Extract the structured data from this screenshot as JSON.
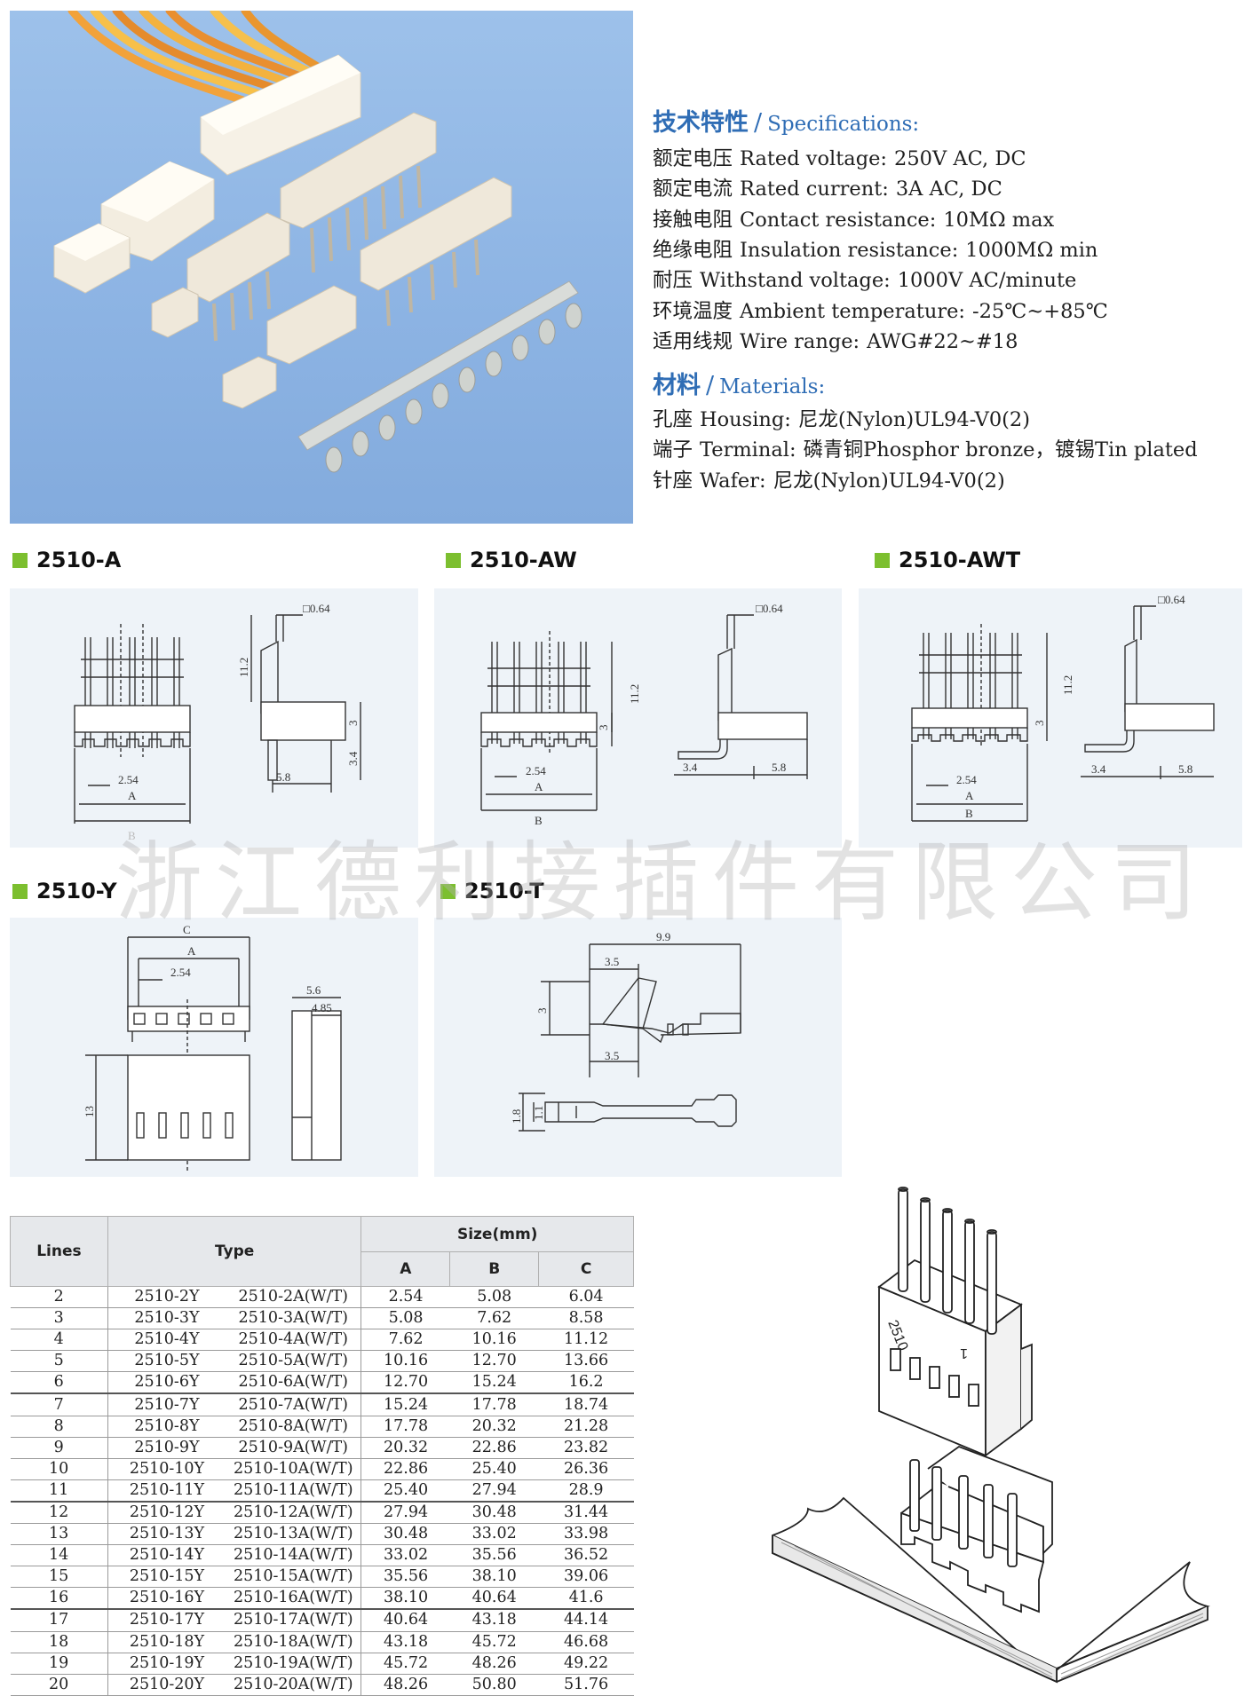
{
  "specs": {
    "heading_cn": "技术特性",
    "heading_en": "Specifications:",
    "items": [
      {
        "cn": "额定电压",
        "en": "Rated voltage:",
        "value": "250V AC, DC"
      },
      {
        "cn": "额定电流",
        "en": "Rated current:",
        "value": "3A AC, DC"
      },
      {
        "cn": "接触电阻",
        "en": "Contact resistance:",
        "value": "10MΩ max"
      },
      {
        "cn": "绝缘电阻",
        "en": "Insulation resistance:",
        "value": "1000MΩ min"
      },
      {
        "cn": "耐压",
        "en": "Withstand voltage:",
        "value": "1000V AC/minute"
      },
      {
        "cn": "环境温度",
        "en": "Ambient temperature:",
        "value": "-25℃~+85℃"
      },
      {
        "cn": "适用线规",
        "en": "Wire range:",
        "value": "AWG#22~#18"
      }
    ]
  },
  "materials": {
    "heading_cn": "材料",
    "heading_en": "Materials:",
    "items": [
      {
        "cn": "孔座",
        "en": "Housing:",
        "value": "尼龙(Nylon)UL94-V0(2)"
      },
      {
        "cn": "端子",
        "en": "Terminal:",
        "value": "磷青铜Phosphor bronze，镀锡Tin plated"
      },
      {
        "cn": "针座",
        "en": "Wafer:",
        "value": "尼龙(Nylon)UL94-V0(2)"
      }
    ]
  },
  "panels": {
    "a": {
      "title": "2510-A",
      "dims": {
        "pin": "□0.64",
        "h1": "11.2",
        "h2": "3",
        "h3": "3.4",
        "w1": "5.8",
        "pitch": "2.54",
        "a": "A",
        "b": "B"
      }
    },
    "aw": {
      "title": "2510-AW",
      "dims": {
        "pin": "□0.64",
        "h1": "11.2",
        "h2": "3",
        "w1": "3.4",
        "w2": "5.8",
        "pitch": "2.54",
        "a": "A",
        "b": "B"
      }
    },
    "awt": {
      "title": "2510-AWT",
      "dims": {
        "pin": "□0.64",
        "h1": "11.2",
        "h2": "3",
        "w1": "3.4",
        "w2": "5.8",
        "pitch": "2.54",
        "a": "A",
        "b": "B"
      }
    },
    "y": {
      "title": "2510-Y",
      "dims": {
        "c": "C",
        "a": "A",
        "pitch": "2.54",
        "w1": "5.6",
        "w2": "4.85",
        "h": "13"
      }
    },
    "t": {
      "title": "2510-T",
      "dims": {
        "len": "9.9",
        "w1": "3.5",
        "w2": "3.5",
        "h": "3",
        "d1": "1.8",
        "d2": "1.1"
      }
    }
  },
  "watermark": "浙江德利接插件有限公司",
  "table": {
    "headers": {
      "lines": "Lines",
      "type": "Type",
      "size": "Size(mm)",
      "a": "A",
      "b": "B",
      "c": "C"
    },
    "rows": [
      {
        "lines": "2",
        "y": "2510-2Y",
        "a_type": "2510-2A(W/T)",
        "a": "2.54",
        "b": "5.08",
        "c": "6.04"
      },
      {
        "lines": "3",
        "y": "2510-3Y",
        "a_type": "2510-3A(W/T)",
        "a": "5.08",
        "b": "7.62",
        "c": "8.58"
      },
      {
        "lines": "4",
        "y": "2510-4Y",
        "a_type": "2510-4A(W/T)",
        "a": "7.62",
        "b": "10.16",
        "c": "11.12"
      },
      {
        "lines": "5",
        "y": "2510-5Y",
        "a_type": "2510-5A(W/T)",
        "a": "10.16",
        "b": "12.70",
        "c": "13.66"
      },
      {
        "lines": "6",
        "y": "2510-6Y",
        "a_type": "2510-6A(W/T)",
        "a": "12.70",
        "b": "15.24",
        "c": "16.2"
      },
      {
        "lines": "7",
        "y": "2510-7Y",
        "a_type": "2510-7A(W/T)",
        "a": "15.24",
        "b": "17.78",
        "c": "18.74"
      },
      {
        "lines": "8",
        "y": "2510-8Y",
        "a_type": "2510-8A(W/T)",
        "a": "17.78",
        "b": "20.32",
        "c": "21.28"
      },
      {
        "lines": "9",
        "y": "2510-9Y",
        "a_type": "2510-9A(W/T)",
        "a": "20.32",
        "b": "22.86",
        "c": "23.82"
      },
      {
        "lines": "10",
        "y": "2510-10Y",
        "a_type": "2510-10A(W/T)",
        "a": "22.86",
        "b": "25.40",
        "c": "26.36"
      },
      {
        "lines": "11",
        "y": "2510-11Y",
        "a_type": "2510-11A(W/T)",
        "a": "25.40",
        "b": "27.94",
        "c": "28.9"
      },
      {
        "lines": "12",
        "y": "2510-12Y",
        "a_type": "2510-12A(W/T)",
        "a": "27.94",
        "b": "30.48",
        "c": "31.44"
      },
      {
        "lines": "13",
        "y": "2510-13Y",
        "a_type": "2510-13A(W/T)",
        "a": "30.48",
        "b": "33.02",
        "c": "33.98"
      },
      {
        "lines": "14",
        "y": "2510-14Y",
        "a_type": "2510-14A(W/T)",
        "a": "33.02",
        "b": "35.56",
        "c": "36.52"
      },
      {
        "lines": "15",
        "y": "2510-15Y",
        "a_type": "2510-15A(W/T)",
        "a": "35.56",
        "b": "38.10",
        "c": "39.06"
      },
      {
        "lines": "16",
        "y": "2510-16Y",
        "a_type": "2510-16A(W/T)",
        "a": "38.10",
        "b": "40.64",
        "c": "41.6"
      },
      {
        "lines": "17",
        "y": "2510-17Y",
        "a_type": "2510-17A(W/T)",
        "a": "40.64",
        "b": "43.18",
        "c": "44.14"
      },
      {
        "lines": "18",
        "y": "2510-18Y",
        "a_type": "2510-18A(W/T)",
        "a": "43.18",
        "b": "45.72",
        "c": "46.68"
      },
      {
        "lines": "19",
        "y": "2510-19Y",
        "a_type": "2510-19A(W/T)",
        "a": "45.72",
        "b": "48.26",
        "c": "49.22"
      },
      {
        "lines": "20",
        "y": "2510-20Y",
        "a_type": "2510-20A(W/T)",
        "a": "48.26",
        "b": "50.80",
        "c": "51.76"
      }
    ]
  },
  "isometric_label": {
    "model": "2510",
    "pin_mark": "1"
  },
  "colors": {
    "heading_blue": "#2f6db5",
    "accent_green": "#7cbf2f",
    "photo_blue": "#8cb3e3",
    "panel_bg": "#eef3f8"
  }
}
